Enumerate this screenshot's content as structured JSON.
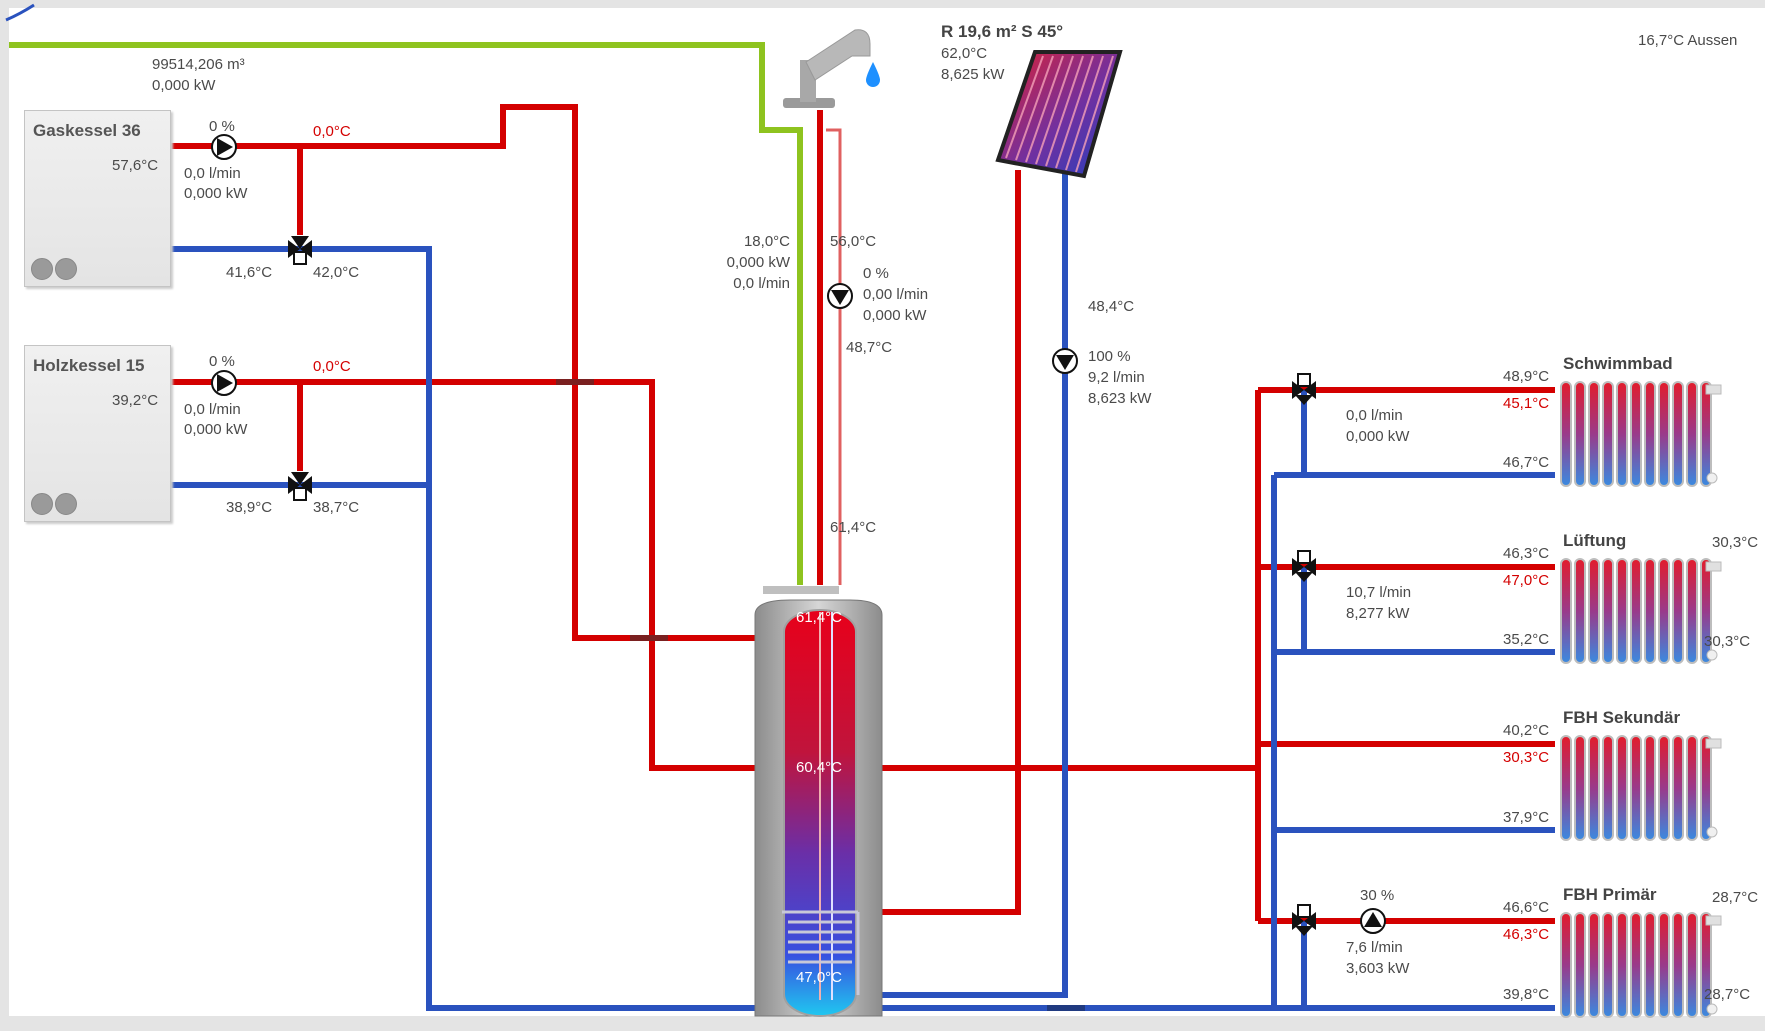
{
  "outside": {
    "temp": "16,7°C Aussen"
  },
  "gas_meter": {
    "volume": "99514,206 m³",
    "power": "0,000 kW"
  },
  "gaskessel": {
    "title": "Gaskessel 36",
    "temp": "57,6°C",
    "pump_pct": "0 %",
    "flow_temp": "0,0°C",
    "flow": "0,0 l/min",
    "power": "0,000 kW",
    "return_temp_left": "41,6°C",
    "return_temp_right": "42,0°C"
  },
  "holzkessel": {
    "title": "Holzkessel 15",
    "temp": "39,2°C",
    "pump_pct": "0 %",
    "flow_temp": "0,0°C",
    "flow": "0,0 l/min",
    "power": "0,000 kW",
    "return_temp_left": "38,9°C",
    "return_temp_right": "38,7°C"
  },
  "hot_water": {
    "cold_temp": "18,0°C",
    "cold_power": "0,000 kW",
    "cold_flow": "0,0 l/min",
    "hot_temp": "56,0°C",
    "circ_pct": "0 %",
    "circ_flow": "0,00 l/min",
    "circ_power": "0,000 kW",
    "circ_return_temp": "48,7°C",
    "tank_top_outlet": "61,4°C"
  },
  "solar": {
    "title": "R 19,6 m² S 45°",
    "temp": "62,0°C",
    "power": "8,625 kW",
    "return_temp": "48,4°C",
    "pump_pct": "100 %",
    "flow": "9,2 l/min",
    "pump_power": "8,623 kW"
  },
  "tank": {
    "top": "61,4°C",
    "mid": "60,4°C",
    "bottom": "47,0°C"
  },
  "circuits": [
    {
      "name": "Schwimmbad",
      "supply": "48,9°C",
      "mixed": "45,1°C",
      "return": "46,7°C",
      "flow": "0,0 l/min",
      "power": "0,000 kW",
      "room_top": "",
      "room_bottom": "",
      "pump_pct": ""
    },
    {
      "name": "Lüftung",
      "supply": "46,3°C",
      "mixed": "47,0°C",
      "return": "35,2°C",
      "flow": "10,7 l/min",
      "power": "8,277 kW",
      "room_top": "30,3°C",
      "room_bottom": "30,3°C",
      "pump_pct": ""
    },
    {
      "name": "FBH Sekundär",
      "supply": "40,2°C",
      "mixed": "30,3°C",
      "return": "37,9°C",
      "flow": "",
      "power": "",
      "room_top": "",
      "room_bottom": "",
      "pump_pct": ""
    },
    {
      "name": "FBH Primär",
      "supply": "46,6°C",
      "mixed": "46,3°C",
      "return": "39,8°C",
      "flow": "7,6 l/min",
      "power": "3,603 kW",
      "room_top": "28,7°C",
      "room_bottom": "28,7°C",
      "pump_pct": "30 %"
    }
  ],
  "colors": {
    "supply": "#d40000",
    "return": "#2a52be",
    "cold_water": "#8ec31f",
    "frame": "#e3e3e3"
  }
}
